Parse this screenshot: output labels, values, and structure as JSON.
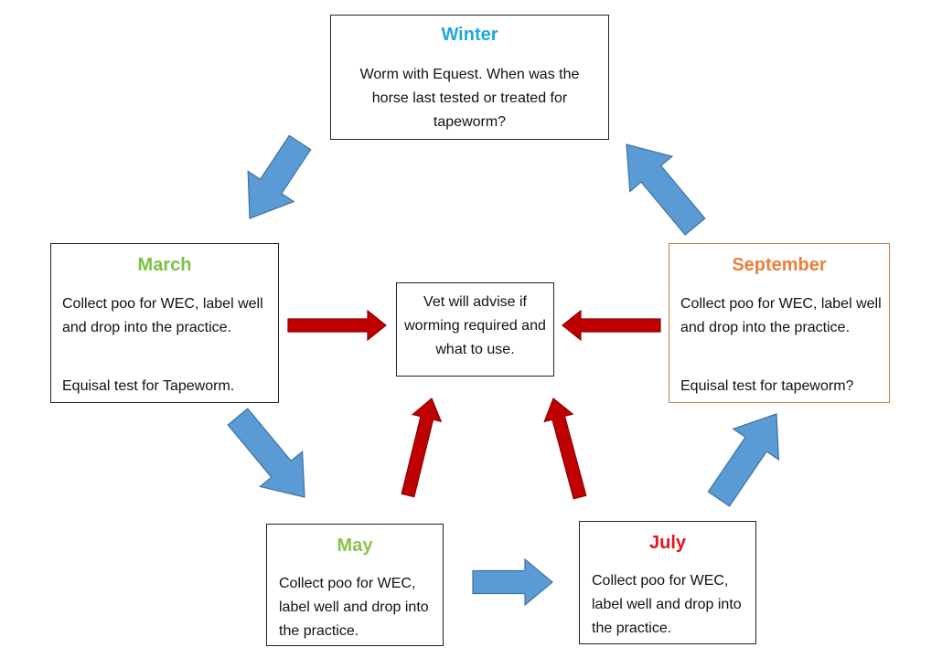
{
  "colors": {
    "winter_title": "#1fa7e1",
    "march_title": "#7dc043",
    "may_title": "#8cc34a",
    "september_title": "#e8803a",
    "july_title": "#e2151c",
    "cycle_arrow_fill": "#5b9bd5",
    "cycle_arrow_stroke": "#41719c",
    "vet_arrow_fill": "#c00000",
    "vet_arrow_stroke": "#8b0000"
  },
  "nodes": {
    "winter": {
      "title": "Winter",
      "text": "Worm with Equest. When was the horse last tested or treated for tapeworm?"
    },
    "march": {
      "title": "March",
      "text": "Collect poo for WEC, label well and drop into the practice.",
      "text2": "Equisal test for Tapeworm."
    },
    "center": {
      "text": "Vet will advise if worming required and what to use."
    },
    "september": {
      "title": "September",
      "text": "Collect poo for WEC, label well and drop into the practice.",
      "text2": "Equisal test for tapeworm?"
    },
    "may": {
      "title": "May",
      "text": "Collect poo for WEC, label well and drop into the practice."
    },
    "july": {
      "title": "July",
      "text": "Collect poo for WEC, label well and drop into the practice."
    }
  },
  "edges": [
    {
      "from": "winter",
      "to": "march",
      "kind": "cycle"
    },
    {
      "from": "march",
      "to": "may",
      "kind": "cycle"
    },
    {
      "from": "may",
      "to": "july",
      "kind": "cycle"
    },
    {
      "from": "july",
      "to": "september",
      "kind": "cycle"
    },
    {
      "from": "september",
      "to": "winter",
      "kind": "cycle"
    },
    {
      "from": "march",
      "to": "center",
      "kind": "vet"
    },
    {
      "from": "september",
      "to": "center",
      "kind": "vet"
    },
    {
      "from": "may",
      "to": "center",
      "kind": "vet"
    },
    {
      "from": "july",
      "to": "center",
      "kind": "vet"
    }
  ]
}
